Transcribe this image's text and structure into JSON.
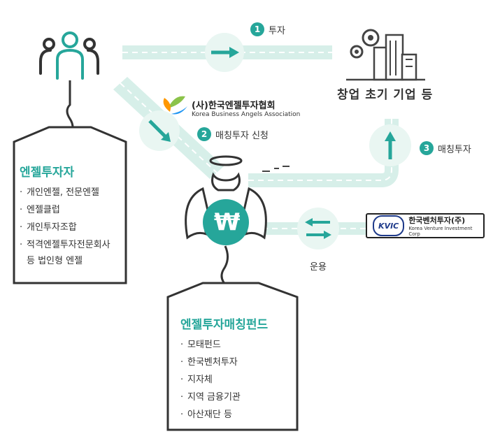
{
  "angel_association": {
    "name": "(사)한국엔젤투자협회",
    "english": "Korea Business Angels Association"
  },
  "steps": [
    {
      "num": "1",
      "label": "투자"
    },
    {
      "num": "2",
      "label": "매칭투자 신청"
    },
    {
      "num": "3",
      "label": "매칭투자"
    }
  ],
  "startup": {
    "label": "창업 초기 기업 등"
  },
  "angel_investors": {
    "title": "엔젤투자자",
    "items": [
      "개인엔젤, 전문엔젤",
      "엔젤클럽",
      "개인투자조합",
      "적격엔젤투자전문회사"
    ],
    "continuation": "등 법인형 엔젤"
  },
  "matching_fund": {
    "title": "엔젤투자매칭펀드",
    "items": [
      "모태펀드",
      "한국벤처투자",
      "지자체",
      "지역 금융기관",
      "아산재단 등"
    ],
    "symbol": "₩"
  },
  "kvic": {
    "logo": "KVIC",
    "name": "한국벤처투자(주)",
    "english": "Korea Venture Investment Corp"
  },
  "operation_label": "운용",
  "colors": {
    "teal": "#26a69a",
    "light_teal": "#d7efe9",
    "dark": "#333333"
  }
}
